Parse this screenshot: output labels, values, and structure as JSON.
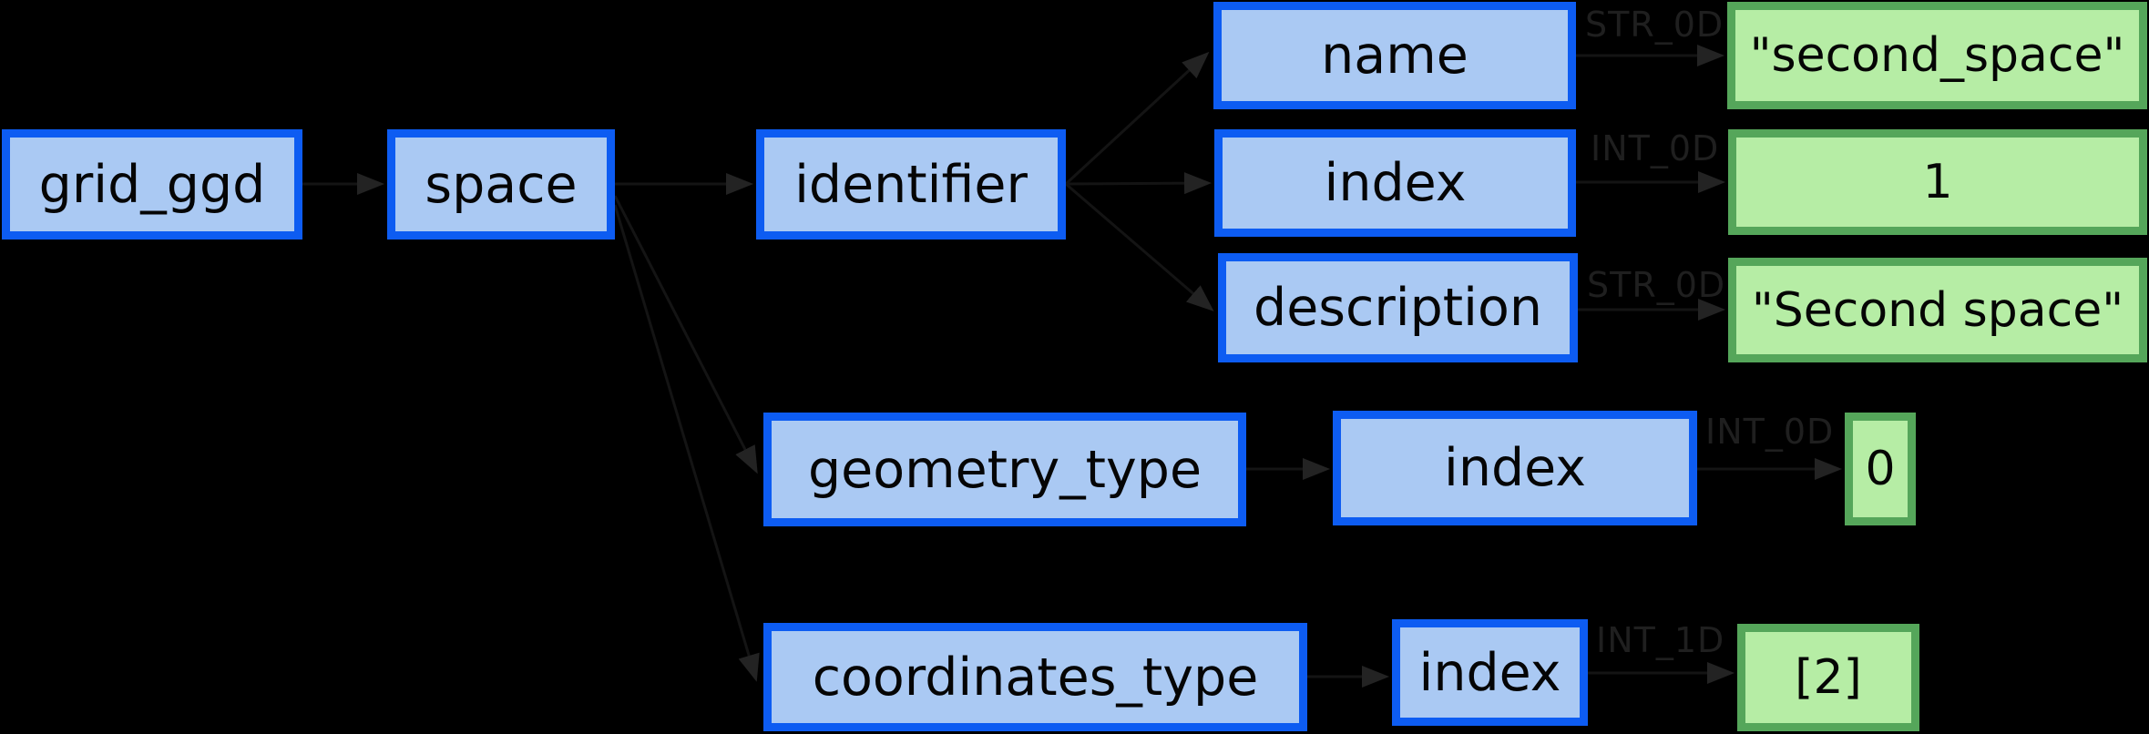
{
  "diagram": {
    "background": "#000000",
    "colors": {
      "field_fill": "#aac9f3",
      "field_border": "#0d5cf2",
      "value_fill": "#b6eda5",
      "value_border": "#55a65a",
      "edge_label_text": "#1f1f1f"
    }
  },
  "nodes": [
    {
      "id": "grid_ggd",
      "label": "grid_ggd",
      "kind": "field"
    },
    {
      "id": "space",
      "label": "space",
      "kind": "field"
    },
    {
      "id": "identifier",
      "label": "identifier",
      "kind": "field"
    },
    {
      "id": "name",
      "label": "name",
      "kind": "field"
    },
    {
      "id": "identifier_index",
      "label": "index",
      "kind": "field"
    },
    {
      "id": "description",
      "label": "description",
      "kind": "field"
    },
    {
      "id": "geometry_type",
      "label": "geometry_type",
      "kind": "field"
    },
    {
      "id": "geometry_type_index",
      "label": "index",
      "kind": "field"
    },
    {
      "id": "coordinates_type",
      "label": "coordinates_type",
      "kind": "field"
    },
    {
      "id": "coordinates_type_index",
      "label": "index",
      "kind": "field"
    },
    {
      "id": "name_value",
      "label": "\"second_space\"",
      "kind": "value"
    },
    {
      "id": "index_value",
      "label": "1",
      "kind": "value"
    },
    {
      "id": "description_value",
      "label": "\"Second space\"",
      "kind": "value"
    },
    {
      "id": "geometry_index_value",
      "label": "0",
      "kind": "value"
    },
    {
      "id": "coordinates_index_value",
      "label": "[2]",
      "kind": "value"
    }
  ],
  "edge_labels": [
    {
      "id": "name_type",
      "text": "STR_0D"
    },
    {
      "id": "index_type",
      "text": "INT_0D"
    },
    {
      "id": "description_type",
      "text": "STR_0D"
    },
    {
      "id": "geometry_index_type",
      "text": "INT_0D"
    },
    {
      "id": "coordinates_index_type",
      "text": "INT_1D"
    }
  ]
}
